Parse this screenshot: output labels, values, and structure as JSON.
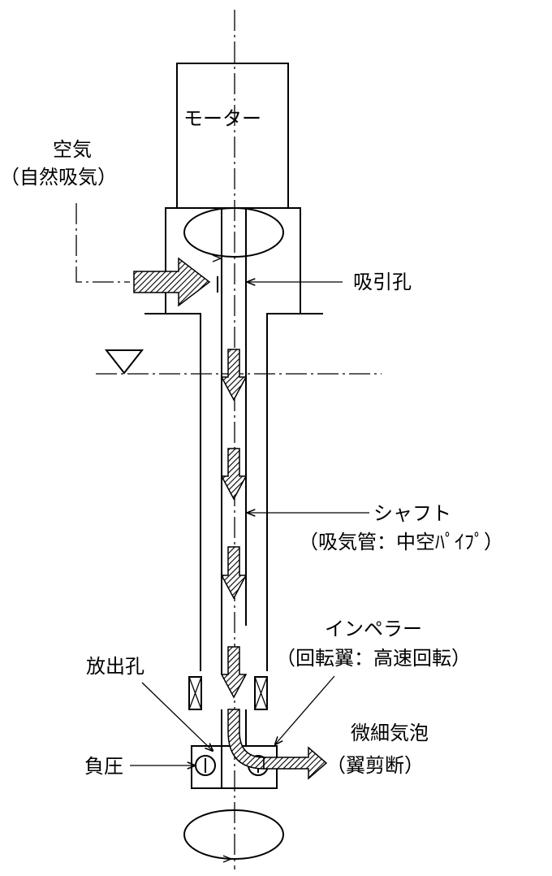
{
  "labels": {
    "motor": "モーター",
    "air": "空気",
    "air_natural": "（自然吸気）",
    "suction_hole": "吸引孔",
    "shaft": "シャフト",
    "shaft_detail": "（吸気管：中空ﾊﾟｲﾌﾟ）",
    "impeller": "インペラー",
    "impeller_detail": "（回転翼：高速回転）",
    "discharge_hole": "放出孔",
    "negative_pressure": "負圧",
    "microbubble": "微細気泡",
    "blade_shear": "（翼剪断）"
  }
}
